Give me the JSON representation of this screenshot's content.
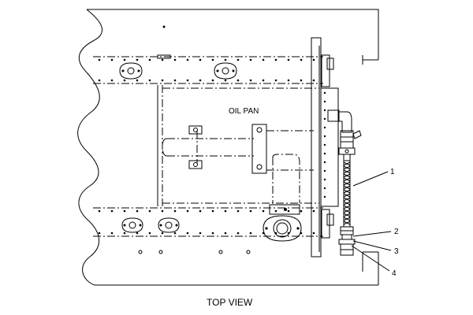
{
  "labels": {
    "oil_pan": "OIL PAN",
    "view": "TOP VIEW"
  },
  "callouts": [
    {
      "number": "1"
    },
    {
      "number": "2"
    },
    {
      "number": "3"
    },
    {
      "number": "4"
    }
  ]
}
